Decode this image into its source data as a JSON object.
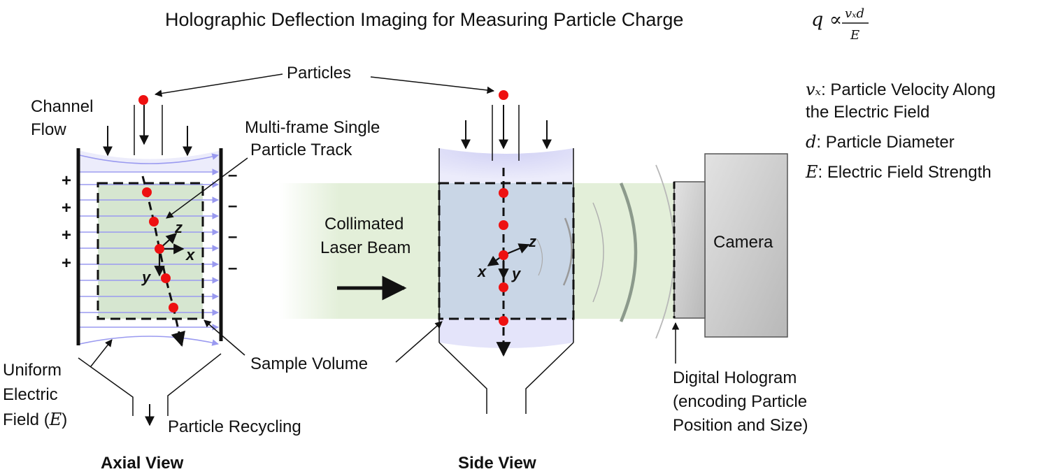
{
  "title": {
    "text": "Holographic Deflection Imaging for Measuring Particle Charge",
    "formula_lhs": "q ∝",
    "formula_num": "vₓd",
    "formula_den": "E"
  },
  "labels": {
    "particles": "Particles",
    "channel_flow_1": "Channel",
    "channel_flow_2": "Flow",
    "track_1": "Multi-frame Single",
    "track_2": "Particle Track",
    "laser_1": "Collimated",
    "laser_2": "Laser Beam",
    "camera": "Camera",
    "sample_volume": "Sample Volume",
    "field_1": "Uniform",
    "field_2": "Electric",
    "field_3": "Field (",
    "field_3_sym": "E",
    "field_3_end": ")",
    "recycling": "Particle Recycling",
    "hologram_1": "Digital Hologram",
    "hologram_2": "(encoding Particle",
    "hologram_3": "Position and Size)",
    "axial_view": "Axial View",
    "side_view": "Side View"
  },
  "axes": {
    "axial": {
      "z": "z",
      "x": "x",
      "y": "y"
    },
    "side": {
      "z": "z",
      "x": "x",
      "y": "y"
    }
  },
  "signs": {
    "plus": "+",
    "minus": "–"
  },
  "legend": [
    {
      "sym": "vₓ",
      "line1": ": Particle Velocity Along",
      "line2": "the Electric Field"
    },
    {
      "sym": "d",
      "line1": ": Particle Diameter",
      "line2": ""
    },
    {
      "sym": "E",
      "line1": ": Electric Field Strength",
      "line2": ""
    }
  ],
  "colors": {
    "particle": "#ee1111",
    "field_lines": "#9a9af0",
    "laser_beam": "#e3efd9",
    "volume_fill": "#d6e6d0",
    "side_volume_fill": "#c9d6e6",
    "flow_glow": "#dcdcf6",
    "camera_body": "#d0d0d0"
  }
}
